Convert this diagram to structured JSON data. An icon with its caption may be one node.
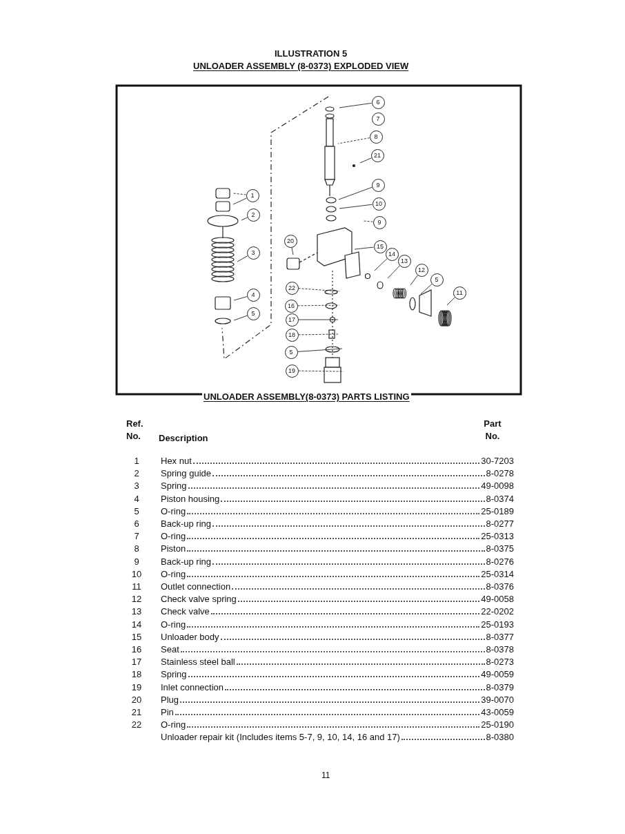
{
  "diagram": {
    "title": "ILLUSTRATION 5",
    "nodes": [
      {
        "text": [
          "6"
        ]
      },
      {
        "text": [
          "7"
        ]
      },
      {
        "text": [
          "8"
        ]
      },
      {
        "text": [
          "21"
        ]
      },
      {
        "text": [
          "9"
        ]
      },
      {
        "text": [
          "1"
        ]
      },
      {
        "text": [
          "10"
        ]
      },
      {
        "text": [
          "2"
        ]
      },
      {
        "text": [
          "9"
        ]
      },
      {
        "text": [
          "20"
        ]
      },
      {
        "text": [
          "15"
        ]
      },
      {
        "text": [
          "3"
        ]
      },
      {
        "text": [
          "14"
        ]
      },
      {
        "text": [
          "13"
        ]
      },
      {
        "text": [
          "12"
        ]
      },
      {
        "text": [
          "5"
        ]
      },
      {
        "text": [
          "22"
        ]
      },
      {
        "text": [
          "11"
        ]
      },
      {
        "text": [
          "4"
        ]
      },
      {
        "text": [
          "16"
        ]
      },
      {
        "text": [
          "5"
        ]
      },
      {
        "text": [
          "17"
        ]
      },
      {
        "text": [
          "18"
        ]
      },
      {
        "text": [
          "5"
        ]
      },
      {
        "text": [
          "19"
        ]
      }
    ],
    "edges": [
      {
        "from": 0,
        "to": null,
        "arrow": "none"
      },
      {
        "from": 2,
        "to": null,
        "arrow": "none",
        "style": "dashed"
      },
      {
        "from": 3,
        "to": null,
        "arrow": "none"
      },
      {
        "from": 4,
        "to": null,
        "arrow": "none"
      },
      {
        "from": 5,
        "to": null,
        "arrow": "none",
        "style": "dashed"
      },
      {
        "from": 5,
        "to": null,
        "arrow": "none"
      },
      {
        "from": 6,
        "to": null,
        "arrow": "none"
      },
      {
        "from": 7,
        "to": null,
        "arrow": "none"
      },
      {
        "from": 8,
        "to": null,
        "arrow": "none",
        "style": "dashed"
      },
      {
        "from": 9,
        "to": null,
        "arrow": "none"
      },
      {
        "from": 10,
        "to": null,
        "arrow": "none"
      },
      {
        "from": 11,
        "to": null,
        "arrow": "none"
      },
      {
        "from": 12,
        "to": null,
        "arrow": "none"
      },
      {
        "from": 13,
        "to": null,
        "arrow": "none"
      },
      {
        "from": 14,
        "to": null,
        "arrow": "none"
      },
      {
        "from": 15,
        "to": null,
        "arrow": "none"
      },
      {
        "from": 16,
        "to": null,
        "arrow": "none",
        "style": "dashed"
      },
      {
        "from": 17,
        "to": null,
        "arrow": "none"
      },
      {
        "from": 18,
        "to": null,
        "arrow": "none"
      },
      {
        "from": 19,
        "to": null,
        "arrow": "none",
        "style": "dashed"
      },
      {
        "from": 20,
        "to": null,
        "arrow": "none"
      },
      {
        "from": 21,
        "to": null,
        "arrow": "none"
      },
      {
        "from": 22,
        "to": null,
        "arrow": "none",
        "style": "dashed"
      },
      {
        "from": 23,
        "to": null,
        "arrow": "none"
      },
      {
        "from": 24,
        "to": null,
        "arrow": "none",
        "style": "dashed"
      }
    ],
    "labels": [
      "UNLOADER ASSEMBLY (8-0373) EXPLODED VIEW",
      "UNLOADER ASSEMBLY(8-0373) PARTS LISTING",
      "Ref. No.",
      "Description",
      "Part No.",
      "1",
      "Hex nut",
      "30-7203",
      "2",
      "Spring guide",
      "8-0278",
      "3",
      "Spring",
      "49-0098",
      "4",
      "Piston housing",
      "8-0374",
      "5",
      "O-ring",
      "25-0189",
      "6",
      "Back-up ring",
      "8-0277",
      "7",
      "O-ring",
      "25-0313",
      "8",
      "Piston",
      "8-0375",
      "9",
      "Back-up ring",
      "8-0276",
      "10",
      "O-ring",
      "25-0314",
      "11",
      "Outlet connection",
      "8-0376",
      "12",
      "Check valve spring",
      "49-0058",
      "13",
      "Check valve",
      "22-0202",
      "14",
      "O-ring",
      "25-0193",
      "15",
      "Unloader body",
      "8-0377",
      "16",
      "Seat",
      "8-0378",
      "17",
      "Stainless steel ball",
      "8-0273",
      "18",
      "Spring",
      "49-0059",
      "19",
      "Inlet connection",
      "8-0379",
      "20",
      "Plug",
      "39-0070",
      "21",
      "Pin",
      "43-0059",
      "22",
      "O-ring",
      "25-0190",
      "Unloader repair kit (Includes items 5-7, 9, 10, 14, 16 and 17)",
      "8-0380",
      "11"
    ]
  }
}
